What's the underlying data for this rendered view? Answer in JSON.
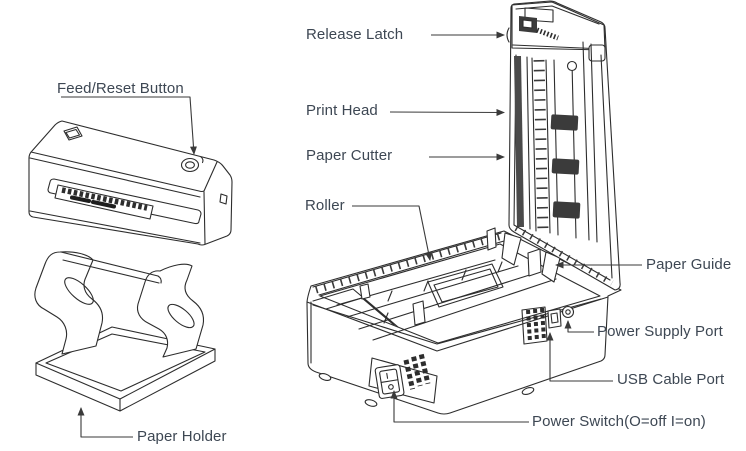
{
  "diagram": {
    "labels": {
      "feed_reset_button": "Feed/Reset Button",
      "paper_holder": "Paper Holder",
      "release_latch": "Release Latch",
      "print_head": "Print Head",
      "paper_cutter": "Paper Cutter",
      "roller": "Roller",
      "paper_guide": "Paper Guide",
      "power_supply_port": "Power Supply Port",
      "usb_cable_port": "USB Cable Port",
      "power_switch": "Power Switch(O=off I=on)"
    },
    "colors": {
      "label_text": "#3d4753",
      "line_art": "#2d2d2d",
      "leader_line": "#3a3a3a",
      "background": "#ffffff"
    }
  }
}
